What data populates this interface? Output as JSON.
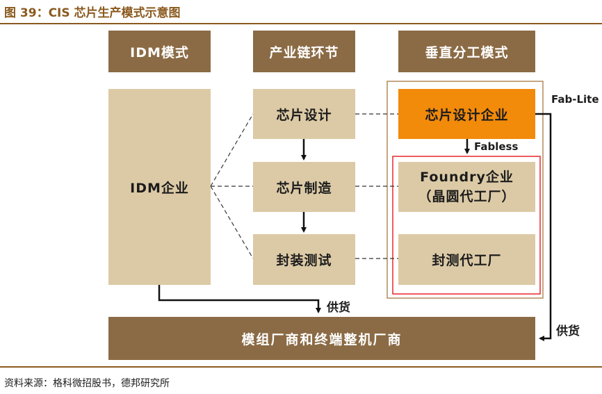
{
  "figure": {
    "title": "图 39：CIS 芯片生产模式示意图",
    "source": "资料来源：格科微招股书，德邦研究所"
  },
  "headers": {
    "idm_model": "IDM模式",
    "chain": "产业链环节",
    "vertical_model": "垂直分工模式"
  },
  "idm": {
    "label": "IDM企业"
  },
  "chain_steps": {
    "design": "芯片设计",
    "manufacture": "芯片制造",
    "packaging": "封装测试"
  },
  "vertical": {
    "design_company": "芯片设计企业",
    "foundry_line1": "Foundry企业",
    "foundry_line2": "（晶圆代工厂）",
    "osat": "封测代工厂"
  },
  "labels": {
    "fab_lite": "Fab-Lite",
    "fabless": "Fabless",
    "supply_left": "供货",
    "supply_right": "供货"
  },
  "bottom": {
    "label": "模组厂商和终端整机厂商"
  },
  "colors": {
    "header_brown": "#8b6b45",
    "box_tan": "#dccaa6",
    "design_orange": "#f28a0a",
    "fabless_red": "#e8262b",
    "fab_lite_outline": "#b08a5a"
  }
}
